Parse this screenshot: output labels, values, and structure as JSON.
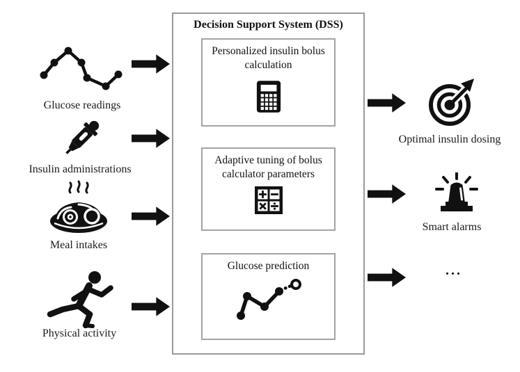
{
  "diagram": {
    "title": "Decision Support System (DSS)",
    "inputs": [
      {
        "label": "Glucose readings",
        "icon": "glucose-readings-chart-icon"
      },
      {
        "label": "Insulin administrations",
        "icon": "insulin-syringe-icon"
      },
      {
        "label": "Meal intakes",
        "icon": "meal-plate-icon"
      },
      {
        "label": "Physical activity",
        "icon": "runner-icon"
      }
    ],
    "modules": [
      {
        "label": "Personalized insulin bolus calculation",
        "icon": "calculator-icon"
      },
      {
        "label": "Adaptive tuning of bolus calculator parameters",
        "icon": "arithmetic-operations-icon"
      },
      {
        "label": "Glucose prediction",
        "icon": "glucose-prediction-chart-icon"
      }
    ],
    "outputs": [
      {
        "label": "Optimal insulin dosing",
        "icon": "target-dart-icon"
      },
      {
        "label": "Smart alarms",
        "icon": "siren-icon"
      },
      {
        "label": "...",
        "icon": "ellipsis"
      }
    ],
    "colors": {
      "ink": "#111111",
      "outer_border": "#999999",
      "inner_border": "#a3a3a3",
      "background": "#ffffff"
    }
  }
}
